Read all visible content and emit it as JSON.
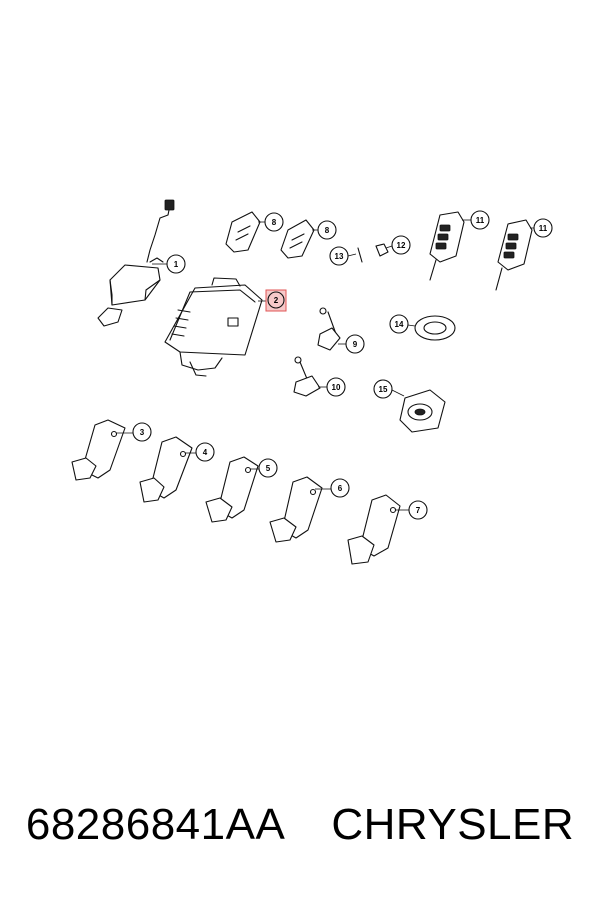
{
  "part_number": "68286841AA",
  "brand": "CHRYSLER",
  "highlight_color": "#e05555",
  "callouts": [
    {
      "id": "c1",
      "label": "1"
    },
    {
      "id": "c2",
      "label": "2",
      "highlighted": true
    },
    {
      "id": "c3",
      "label": "3"
    },
    {
      "id": "c4",
      "label": "4"
    },
    {
      "id": "c5",
      "label": "5"
    },
    {
      "id": "c6",
      "label": "6"
    },
    {
      "id": "c7",
      "label": "7"
    },
    {
      "id": "c8a",
      "label": "8"
    },
    {
      "id": "c8b",
      "label": "8"
    },
    {
      "id": "c9",
      "label": "9"
    },
    {
      "id": "c10",
      "label": "10"
    },
    {
      "id": "c11a",
      "label": "11"
    },
    {
      "id": "c11b",
      "label": "11"
    },
    {
      "id": "c12",
      "label": "12"
    },
    {
      "id": "c13",
      "label": "13"
    },
    {
      "id": "c14",
      "label": "14"
    },
    {
      "id": "c15",
      "label": "15"
    }
  ]
}
